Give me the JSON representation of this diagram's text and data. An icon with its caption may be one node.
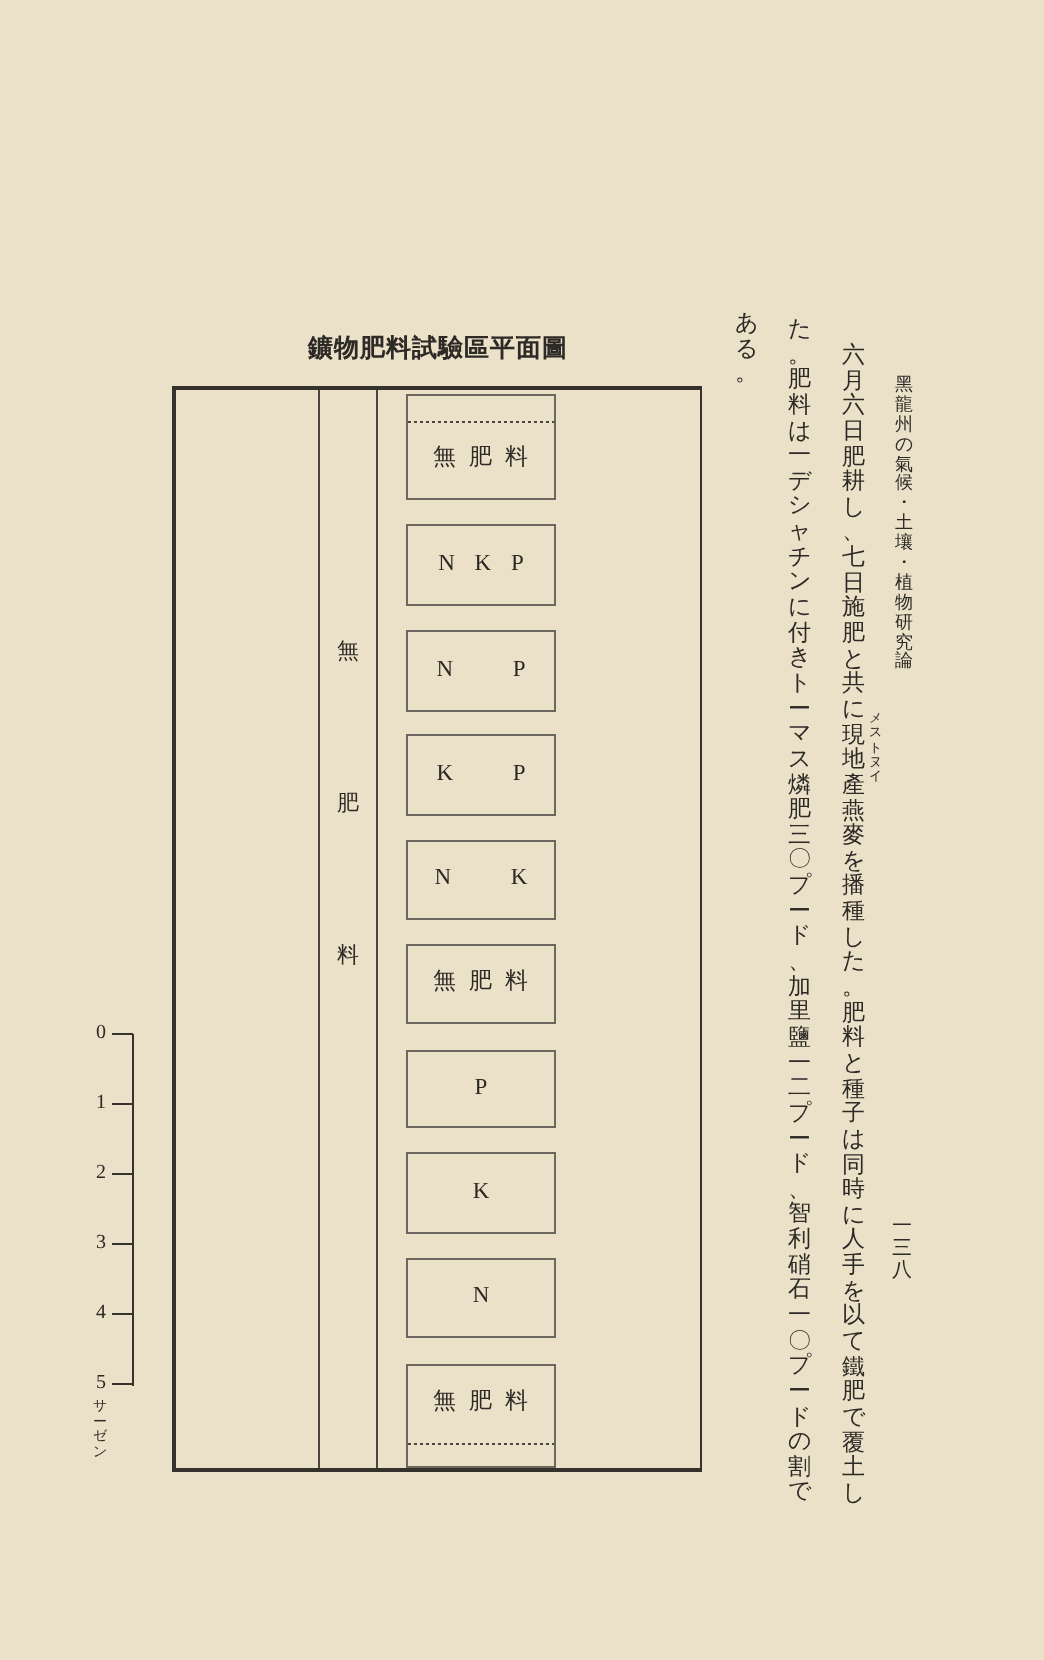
{
  "diagram": {
    "nodes": [
      {
        "text": [
          "鑛物肥料試驗區平面圖"
        ]
      },
      {
        "text": [
          "無肥料"
        ],
        "in": 0
      },
      {
        "text": [
          "無肥料"
        ],
        "in": 0
      },
      {
        "text": [
          "N K P"
        ],
        "in": 0
      },
      {
        "text": [
          "N P"
        ],
        "in": 0
      },
      {
        "text": [
          "K P"
        ],
        "in": 0
      },
      {
        "text": [
          "N K"
        ],
        "in": 0
      },
      {
        "text": [
          "無肥料"
        ],
        "in": 0
      },
      {
        "text": [
          "P"
        ],
        "in": 0
      },
      {
        "text": [
          "K"
        ],
        "in": 0
      },
      {
        "text": [
          "N"
        ],
        "in": 0
      },
      {
        "text": [
          "無肥料"
        ],
        "in": 0
      }
    ],
    "labels": [
      "黑龍州の氣候・土壤・植物研究論",
      "一三八",
      "六月六日肥耕し、七日施肥と共に現地產燕麥を播種した。肥料と種子は同時に人手を以て鐵肥で覆土し",
      "メストヌイ",
      "た。肥料は一デシャチンに付きトーマス燐肥三〇プード、加里鹽一二プード、智利硝石一〇プードの割で",
      "ある。",
      "0",
      "1",
      "2",
      "3",
      "4",
      "5",
      "サーゼン"
    ]
  }
}
